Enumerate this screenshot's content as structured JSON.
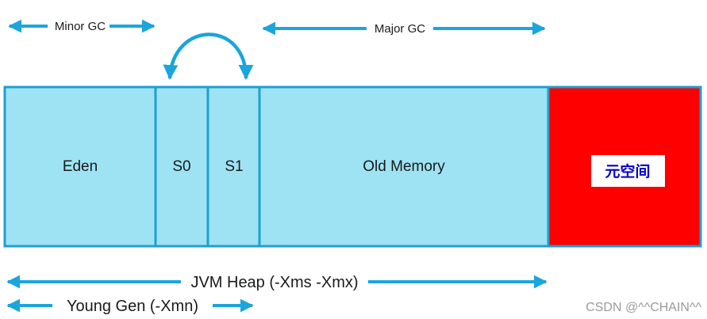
{
  "labels": {
    "minor_gc": "Minor GC",
    "major_gc": "Major GC",
    "eden": "Eden",
    "s0": "S0",
    "s1": "S1",
    "old_memory": "Old Memory",
    "metaspace": "元空间",
    "jvm_heap": "JVM Heap (-Xms -Xmx)",
    "young_gen": "Young Gen (-Xmn)"
  },
  "watermark": "CSDN @^^CHAIN^^",
  "colors": {
    "heap_fill": "#9ee3f3",
    "heap_stroke": "#1f9fd0",
    "arrow": "#1aa5dc",
    "metaspace_fill": "#ff0000",
    "metaspace_text": "#0000cc",
    "text": "#1a1a1a",
    "watermark": "#9a9a9a"
  }
}
